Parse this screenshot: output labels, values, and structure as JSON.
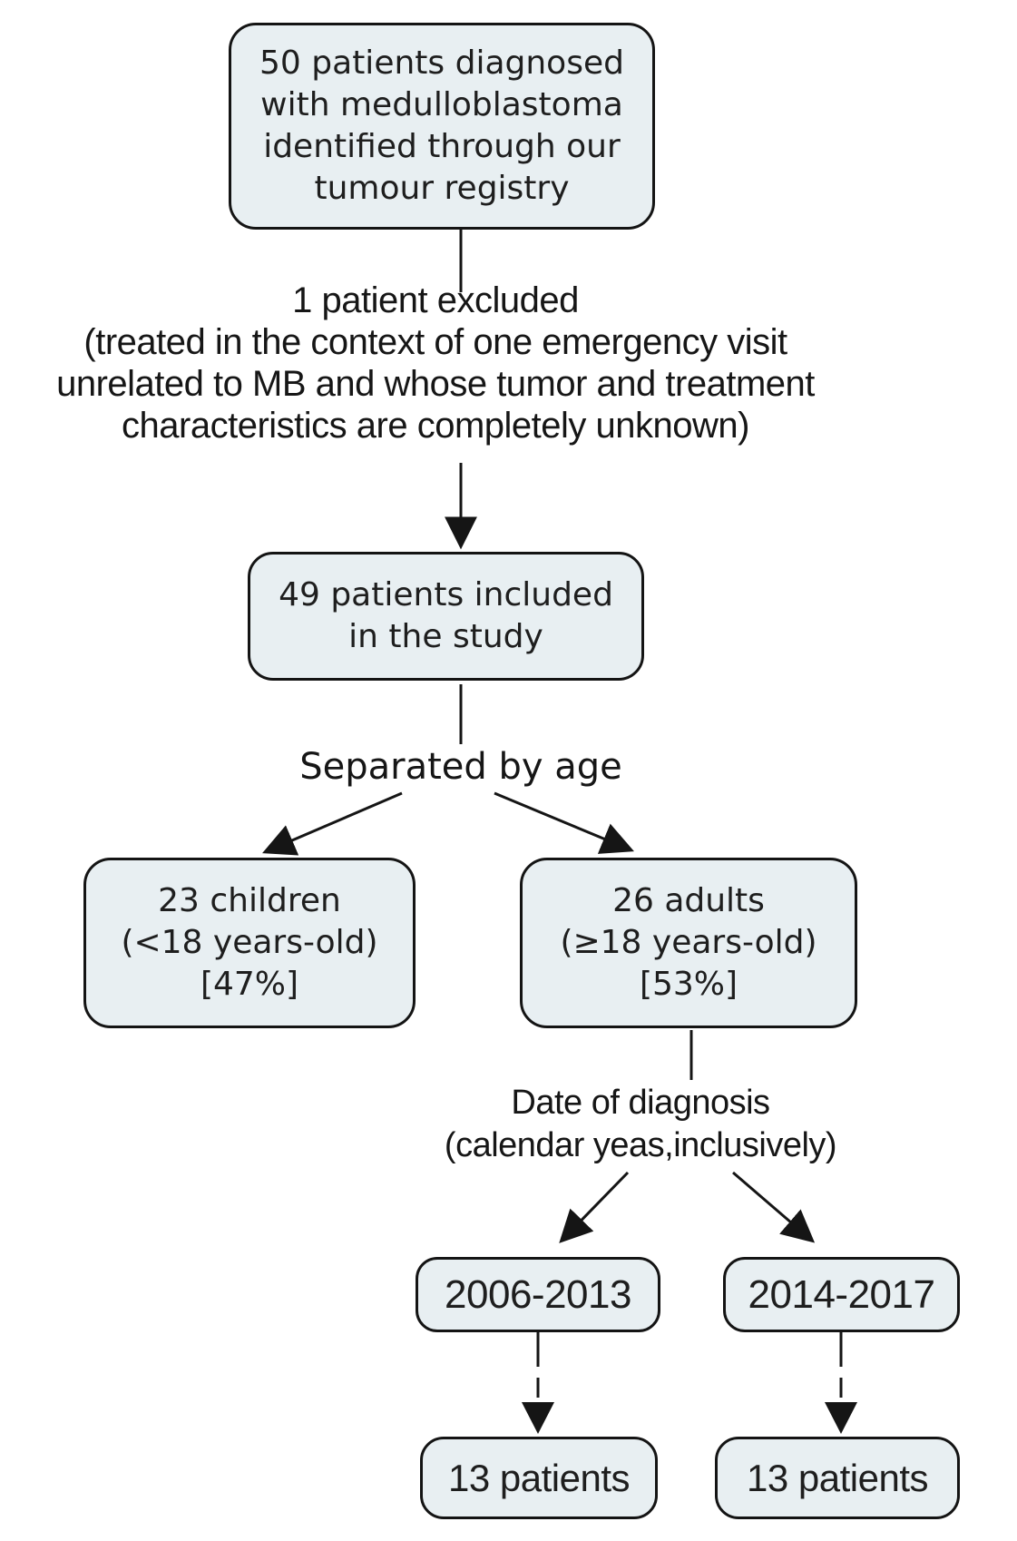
{
  "diagram": {
    "type": "flowchart",
    "colors": {
      "box_fill": "#e8eff2",
      "box_border": "#141414",
      "edge": "#151515",
      "background": "#ffffff"
    },
    "nodes": {
      "registry": {
        "lines": [
          "50 patients diagnosed",
          "with medulloblastoma",
          "identified through our",
          "tumour registry"
        ]
      },
      "included": {
        "lines": [
          "49 patients included",
          "in the study"
        ]
      },
      "children": {
        "lines": [
          "23 children",
          "(<18 years-old)",
          "[47%]"
        ]
      },
      "adults": {
        "lines": [
          "26 adults",
          "(≥18 years-old)",
          "[53%]"
        ]
      },
      "period_2006_2013": {
        "label": "2006-2013"
      },
      "period_2014_2017": {
        "label": "2014-2017"
      },
      "count_2006_2013": {
        "label": "13 patients"
      },
      "count_2014_2017": {
        "label": "13 patients"
      }
    },
    "labels": {
      "excluded": {
        "lines": [
          "1 patient excluded",
          "(treated in the context of one emergency visit",
          "unrelated to MB and whose tumor and treatment",
          "characteristics are completely unknown)"
        ]
      },
      "separated": "Separated by age",
      "diagnosis_date": {
        "lines": [
          "Date of diagnosis",
          "(calendar yeas,inclusively)"
        ]
      }
    }
  }
}
